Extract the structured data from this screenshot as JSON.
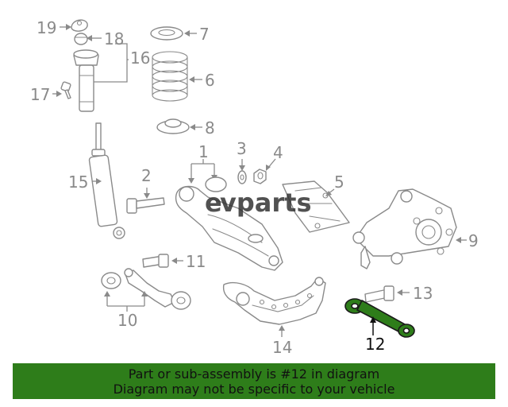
{
  "colors": {
    "line": "#8a8a8a",
    "highlight_part": "#2e7d1a",
    "banner_background": "#2e7d1a",
    "callout_text": "#8a8a8a",
    "highlight_text": "#111111"
  },
  "watermark": {
    "prefix": "e",
    "text": "vparts"
  },
  "callouts": {
    "c1": "1",
    "c2": "2",
    "c3": "3",
    "c4": "4",
    "c5": "5",
    "c6": "6",
    "c7": "7",
    "c8": "8",
    "c9": "9",
    "c10": "10",
    "c11": "11",
    "c12": "12",
    "c13": "13",
    "c14": "14",
    "c15": "15",
    "c16": "16",
    "c17": "17",
    "c18": "18",
    "c19": "19"
  },
  "highlighted_callout": "12",
  "banner": {
    "line1": "Part or sub-assembly is #12 in diagram",
    "line2": "Diagram may not be specific to your vehicle"
  }
}
